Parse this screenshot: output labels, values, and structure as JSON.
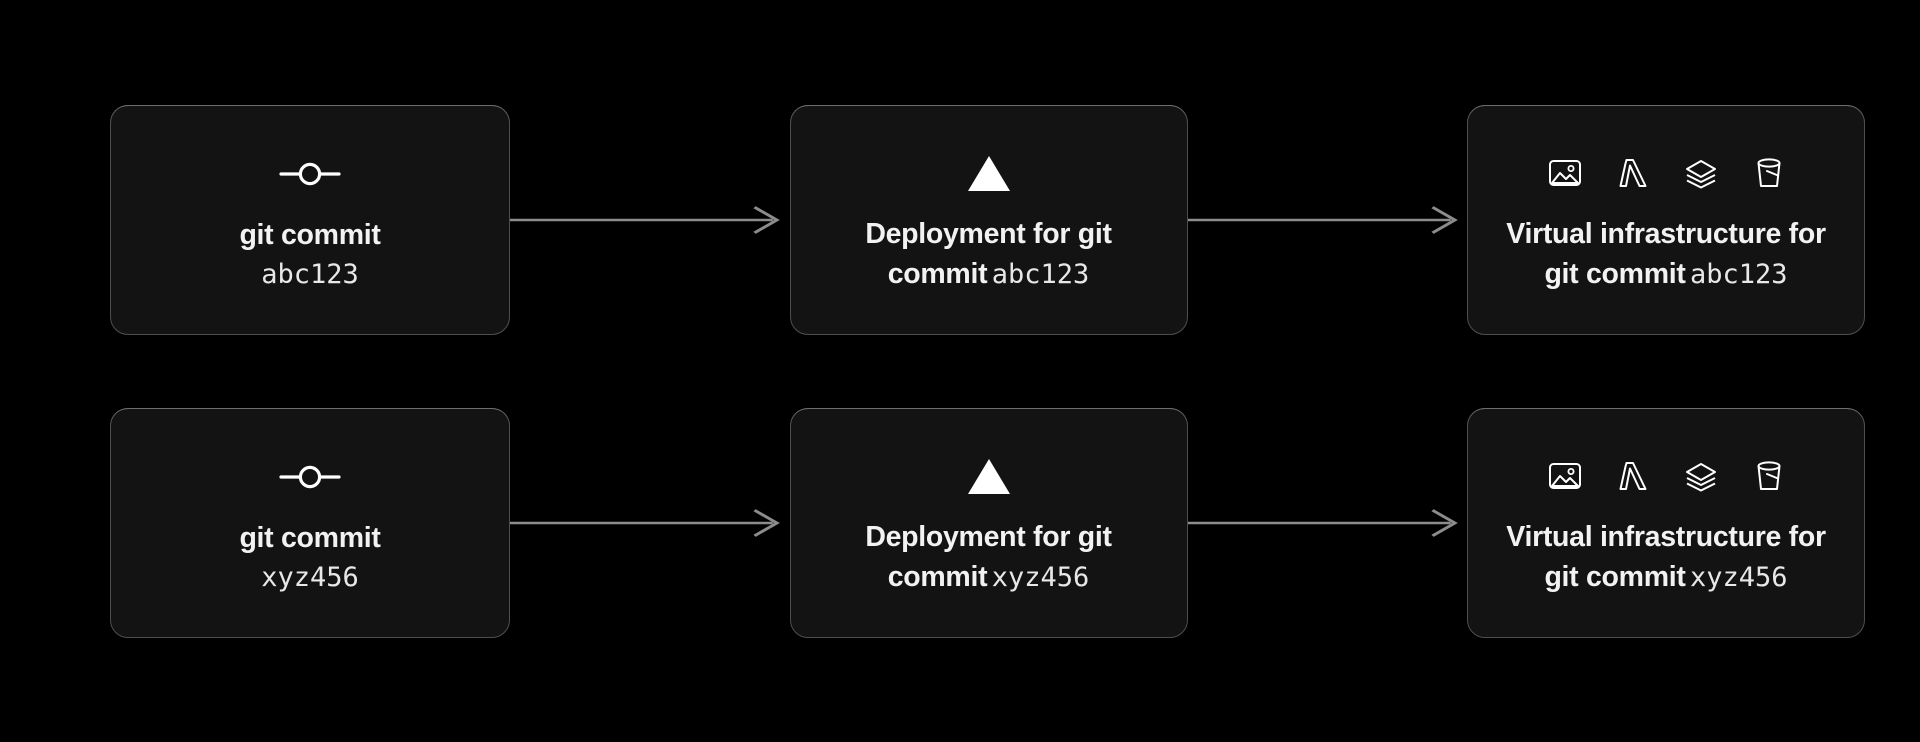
{
  "background_color": "#000000",
  "card": {
    "fill": "#131313",
    "border": "#4e4e4e",
    "text_color": "#f2f2f2"
  },
  "arrow": {
    "color": "#8c8c8c",
    "name": "flow-arrow"
  },
  "icons": {
    "commit": "git-commit-icon",
    "deployment": "vercel-triangle-icon",
    "image": "image-icon",
    "lambda": "lambda-icon",
    "layers": "layers-icon",
    "bucket": "bucket-icon"
  },
  "rows": [
    {
      "id": "row-abc123",
      "commit_hash": "abc123",
      "stages": [
        {
          "title": "git commit",
          "hash": "abc123"
        },
        {
          "title": "Deployment for git commit",
          "hash": "abc123"
        },
        {
          "title": "Virtual infrastructure for git commit",
          "hash": "abc123"
        }
      ]
    },
    {
      "id": "row-xyz456",
      "commit_hash": "xyz456",
      "stages": [
        {
          "title": "git commit",
          "hash": "xyz456"
        },
        {
          "title": "Deployment for git commit",
          "hash": "xyz456"
        },
        {
          "title": "Virtual infrastructure for git commit",
          "hash": "xyz456"
        }
      ]
    }
  ]
}
